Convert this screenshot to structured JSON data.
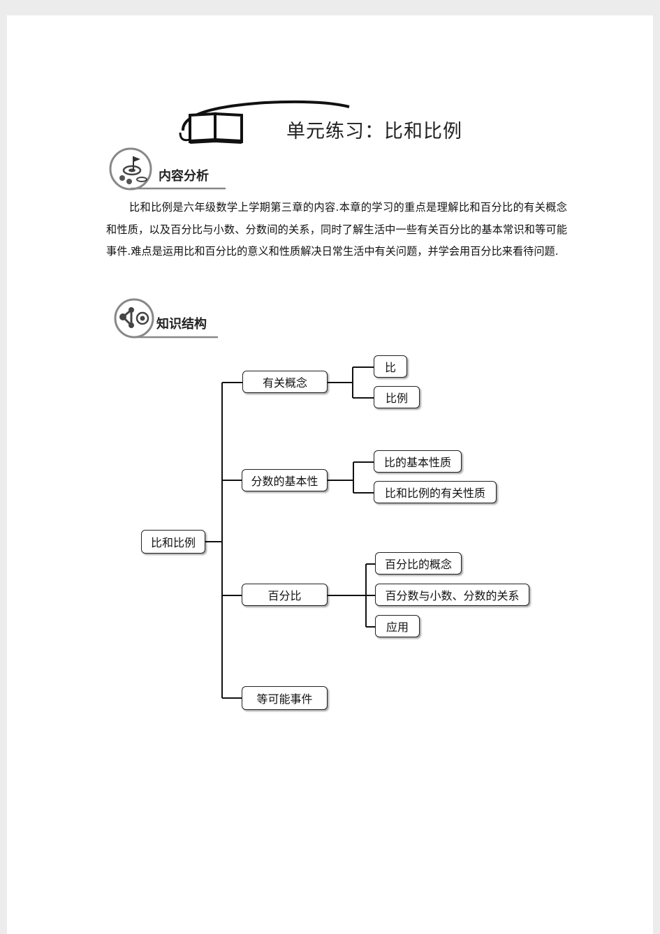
{
  "title": "单元练习：比和比例",
  "sections": {
    "content_analysis": {
      "heading": "内容分析",
      "paragraph": "比和比例是六年级数学上学期第三章的内容.本章的学习的重点是理解比和百分比的有关概念和性质，以及百分比与小数、分数间的关系，同时了解生活中一些有关百分比的基本常识和等可能事件.难点是运用比和百分比的意义和性质解决日常生活中有关问题，并学会用百分比来看待问题."
    },
    "knowledge_structure": {
      "heading": "知识结构"
    }
  },
  "tree": {
    "root": "比和比例",
    "branches": [
      {
        "label": "有关概念",
        "children": [
          "比",
          "比例"
        ]
      },
      {
        "label": "分数的基本性",
        "children": [
          "比的基本性质",
          "比和比例的有关性质"
        ]
      },
      {
        "label": "百分比",
        "children": [
          "百分比的概念",
          "百分数与小数、分数的关系",
          "应用"
        ]
      },
      {
        "label": "等可能事件",
        "children": []
      }
    ]
  },
  "icons": {
    "title": "open-book-icon",
    "content_analysis": "target-flag-icon",
    "knowledge_structure": "network-node-icon"
  }
}
